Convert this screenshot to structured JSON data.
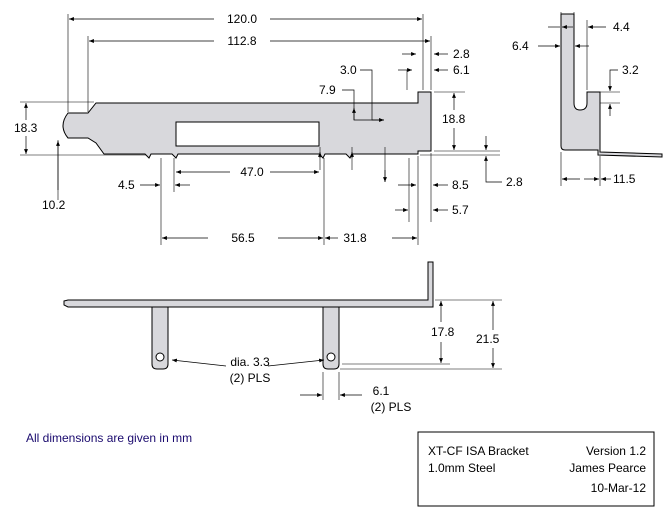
{
  "front_view": {
    "dims": {
      "overall_length": "120.0",
      "tab_to_end": "112.8",
      "d_2_8_top": "2.8",
      "d_6_1": "6.1",
      "d_3_0": "3.0",
      "d_7_9": "7.9",
      "d_18_3": "18.3",
      "d_18_8": "18.8",
      "d_10_2": "10.2",
      "d_4_5": "4.5",
      "d_47_0": "47.0",
      "d_8_5": "8.5",
      "d_2_8_side": "2.8",
      "d_5_7": "5.7",
      "d_56_5": "56.5",
      "d_31_8": "31.8"
    }
  },
  "end_view": {
    "dims": {
      "d_6_4": "6.4",
      "d_4_4": "4.4",
      "d_3_2": "3.2",
      "d_11_5": "11.5"
    }
  },
  "top_view": {
    "dims": {
      "d_17_8": "17.8",
      "d_21_5": "21.5",
      "hole_dia": "dia. 3.3",
      "hole_qty": "(2) PLS",
      "d_6_1": "6.1",
      "d_6_1_qty": "(2) PLS"
    }
  },
  "note": "All dimensions are given in mm",
  "title_block": {
    "title": "XT-CF ISA Bracket",
    "material": "1.0mm Steel",
    "version": "Version 1.2",
    "author": "James Pearce",
    "date": "10-Mar-12"
  },
  "colors": {
    "part_fill": "#d8d8dc",
    "line": "#000000",
    "note_text": "#1a0a6e"
  }
}
